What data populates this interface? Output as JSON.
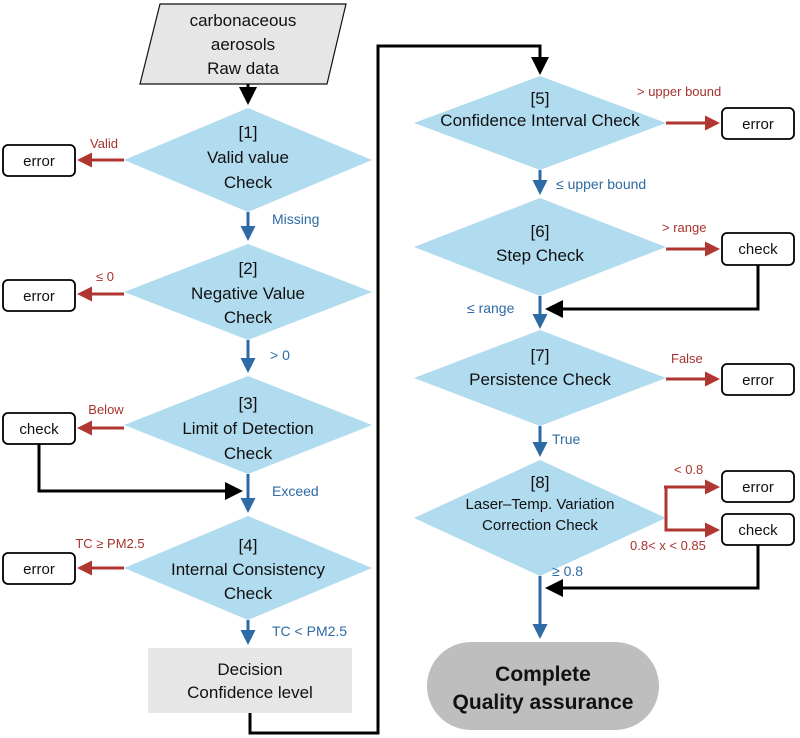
{
  "colors": {
    "diamond_fill": "#b1dbee",
    "input_fill": "#e6e6e6",
    "terminal_fill": "#bebebe",
    "blue_arrow": "#2e6aa3",
    "red_arrow": "#b03631",
    "black_line": "#000000"
  },
  "input": {
    "line1": "carbonaceous",
    "line2": "aerosols",
    "line3": "Raw data"
  },
  "checks": [
    {
      "num": "[1]",
      "line1": "Valid value",
      "line2": "Check"
    },
    {
      "num": "[2]",
      "line1": "Negative Value",
      "line2": "Check"
    },
    {
      "num": "[3]",
      "line1": "Limit of Detection",
      "line2": "Check"
    },
    {
      "num": "[4]",
      "line1": "Internal Consistency",
      "line2": "Check"
    },
    {
      "num": "[5]",
      "line1": "Confidence Interval Check",
      "line2": ""
    },
    {
      "num": "[6]",
      "line1": "Step Check",
      "line2": ""
    },
    {
      "num": "[7]",
      "line1": "Persistence Check",
      "line2": ""
    },
    {
      "num": "[8]",
      "line1": "Laser–Temp. Variation",
      "line2": "Correction Check"
    }
  ],
  "outcomes": {
    "error": "error",
    "check": "check"
  },
  "labels": {
    "valid": "Valid",
    "missing": "Missing",
    "le0": "≤ 0",
    "gt0": "> 0",
    "below": "Below",
    "exceed": "Exceed",
    "tc_ge": "TC ≥ PM2.5",
    "tc_lt": "TC < PM2.5",
    "gt_upper": "> upper bound",
    "le_upper": "≤ upper bound",
    "gt_range": "> range",
    "le_range": "≤ range",
    "false": "False",
    "true": "True",
    "lt08": "< 0.8",
    "between": "0.8< x < 0.85",
    "ge08": "≥ 0.8"
  },
  "decision": {
    "line1": "Decision",
    "line2": "Confidence level"
  },
  "terminal": {
    "line1": "Complete",
    "line2": "Quality assurance"
  }
}
